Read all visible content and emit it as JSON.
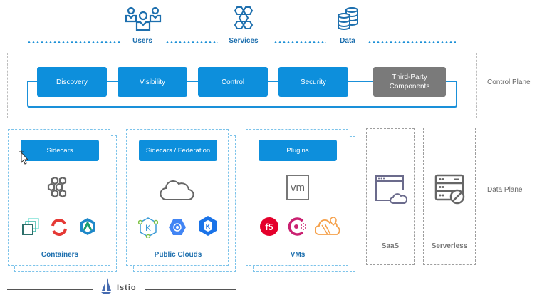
{
  "consumers": [
    {
      "label": "Users",
      "icon": "users-icon"
    },
    {
      "label": "Services",
      "icon": "services-hexagons-icon"
    },
    {
      "label": "Data",
      "icon": "database-icon"
    }
  ],
  "control_plane": {
    "label": "Control Plane",
    "components": [
      {
        "label": "Discovery"
      },
      {
        "label": "Visibility"
      },
      {
        "label": "Control"
      },
      {
        "label": "Security"
      },
      {
        "label": "Third-Party Components",
        "line1": "Third-Party",
        "line2": "Components"
      }
    ]
  },
  "data_plane": {
    "label": "Data Plane",
    "groups": [
      {
        "button": "Sidecars",
        "title": "Containers",
        "main_icon": "hexagon-cluster-icon",
        "logos": [
          "container-layers-logo",
          "openshift-logo",
          "rancher-logo"
        ]
      },
      {
        "button": "Sidecars / Federation",
        "title": "Public Clouds",
        "main_icon": "cloud-icon",
        "logos": [
          "kubernetes-k-logo",
          "gke-logo",
          "kubernetes-azure-logo"
        ]
      },
      {
        "button": "Plugins",
        "title": "VMs",
        "main_icon": "vm-icon",
        "main_icon_text": "vm",
        "logos": [
          "f5-logo",
          "consul-logo",
          "cloud-location-logo"
        ]
      }
    ],
    "other": [
      {
        "title": "SaaS",
        "icon": "browser-cloud-icon"
      },
      {
        "title": "Serverless",
        "icon": "server-blocked-icon"
      }
    ]
  },
  "footer": {
    "brand": "Istio"
  },
  "colors": {
    "accent": "#0d8fdc",
    "title_blue": "#1d6fae",
    "third_party": "#7a7a7a"
  }
}
